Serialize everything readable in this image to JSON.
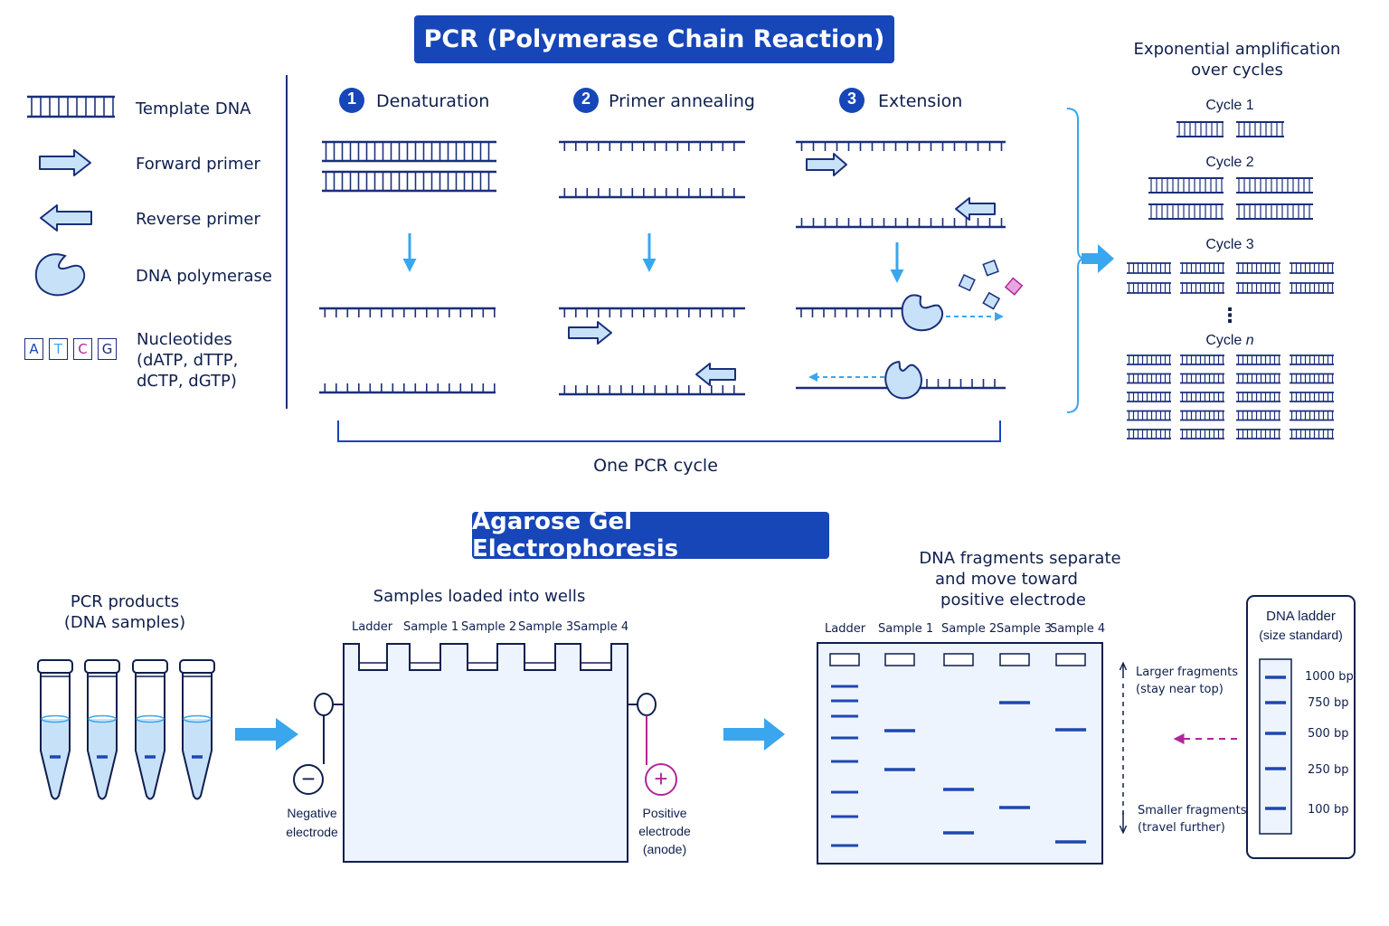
{
  "pcr": {
    "title": "PCR (Polymerase Chain Reaction)",
    "legend": {
      "template_dna": "Template DNA",
      "forward_primer": "Forward primer",
      "reverse_primer": "Reverse primer",
      "dna_polymerase": "DNA polymerase",
      "nucleotides": "Nucleotides",
      "nucleotide_list_1": "(dATP, dTTP,",
      "nucleotide_list_2": "dCTP, dGTP)",
      "bases": [
        "A",
        "T",
        "C",
        "G"
      ]
    },
    "steps": [
      {
        "number": "1",
        "label": "Denaturation"
      },
      {
        "number": "2",
        "label": "Primer annealing"
      },
      {
        "number": "3",
        "label": "Extension"
      }
    ],
    "cycle_label": "One PCR cycle",
    "amplification": {
      "title_1": "Exponential amplification",
      "title_2": "over cycles",
      "cycle_1": "Cycle 1",
      "cycle_2": "Cycle 2",
      "cycle_3": "Cycle 3",
      "cycle_n_prefix": "Cycle",
      "cycle_n_var": "n",
      "ellipsis": "⋮"
    }
  },
  "gel": {
    "title": "Agarose Gel Electrophoresis",
    "pcr_products_1": "PCR products",
    "pcr_products_2": "(DNA samples)",
    "loaded_title": "Samples loaded into wells",
    "lanes": [
      "Ladder",
      "Sample 1",
      "Sample 2",
      "Sample 3",
      "Sample 4"
    ],
    "negative_1": "Negative",
    "negative_2": "electrode",
    "positive_1": "Positive",
    "positive_2": "electrode",
    "positive_3": "(anode)",
    "minus_sign": "−",
    "plus_sign": "+",
    "separate_1": "DNA fragments separate",
    "separate_2": "and move toward",
    "separate_3": "positive electrode",
    "larger_1": "Larger fragments",
    "larger_2": "(stay near top)",
    "smaller_1": "Smaller fragments",
    "smaller_2": "(travel further)",
    "ladder_title_1": "DNA ladder",
    "ladder_title_2": "(size standard)",
    "ladder_sizes": [
      "1000 bp",
      "750 bp",
      "500 bp",
      "250 bp",
      "100 bp"
    ]
  },
  "colors": {
    "navy": "#0f1f4d",
    "dna": "#1a2f7a",
    "banner": "#1746b8",
    "arrow": "#3aa6ee",
    "fill": "#c7e2f8",
    "magenta": "#b0279a",
    "band": "#1f47b0"
  }
}
